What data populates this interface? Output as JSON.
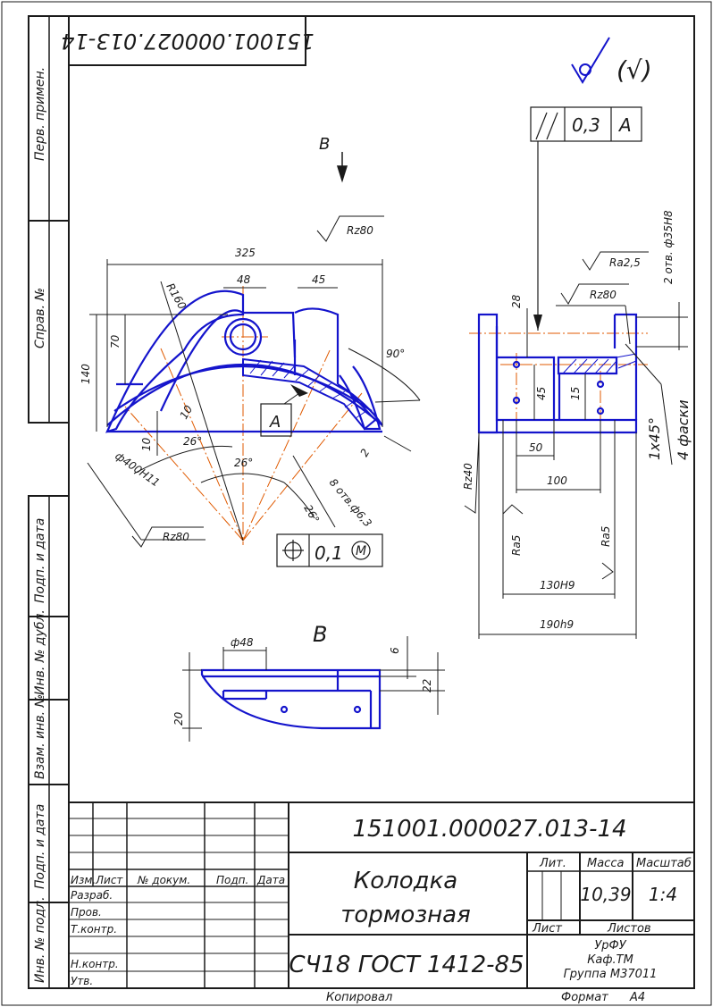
{
  "drawing": {
    "number": "151001.000027.013-14",
    "number_rotated": "151001.000027.013-14",
    "title_line1": "Колодка",
    "title_line2": "тормозная",
    "material": "СЧ18 ГОСТ 1412-85",
    "organization_line1": "УрФУ",
    "organization_line2": "Каф.ТМ",
    "organization_line3": "Группа М37011"
  },
  "title_block": {
    "headers": {
      "izm": "Изм.",
      "list": "Лист",
      "doc_no": "№ докум.",
      "sign": "Подп.",
      "date": "Дата",
      "lit": "Лит.",
      "mass": "Масса",
      "scale": "Масштаб",
      "sheet": "Лист",
      "sheets": "Листов"
    },
    "rows": {
      "developed": "Разраб.",
      "checked": "Пров.",
      "tech_control": "Т.контр.",
      "norm_control": "Н.контр.",
      "approved": "Утв."
    },
    "mass_value": "10,39",
    "scale_value": "1:4",
    "copied": "Копировал",
    "format": "Формат",
    "format_value": "A4"
  },
  "side_strip": {
    "first_use": "Перв. примен.",
    "ref_no": "Справ. №",
    "sign_date_1": "Подп. и дата",
    "inv_dup": "Инв. № дубл.",
    "instead_inv": "Взам. инв. №",
    "sign_date_2": "Подп. и дата",
    "inv_orig": "Инв. № подл."
  },
  "annotations": {
    "view_b": "В",
    "datum_a": "А",
    "general_roughness": "(√)",
    "parallelism_tol": "0,3",
    "parallelism_datum": "А",
    "position_tol": "0,1",
    "position_modifier": "М",
    "rz80_top": "Rz80",
    "rz80_bottom": "Rz80",
    "rz80_right": "Rz80",
    "ra25": "Ra2,5",
    "rz40": "Rz40",
    "ra5_a": "Ra5",
    "ra5_b": "Ra5",
    "holes_8": "8 отв.ф6,3",
    "holes_2": "2 отв. ф35Н8",
    "chamfer": "1x45°",
    "chamfer_count": "4 фаски"
  },
  "dimensions": {
    "d325": "325",
    "d48": "48",
    "d45": "45",
    "d70": "70",
    "d140": "140",
    "d10a": "10",
    "d10b": "10",
    "d26a": "26°",
    "d26b": "26°",
    "d26c": "26°",
    "d90": "90°",
    "d2": "2",
    "r160": "R160",
    "d400": "ф400Н11",
    "d28": "28",
    "d45s": "45",
    "d15": "15",
    "d50": "50",
    "d100": "100",
    "d130": "130Н9",
    "d190": "190h9",
    "d48b": "ф48",
    "d6": "6",
    "d22": "22",
    "d20": "20"
  },
  "colors": {
    "line": "#1a1a1a",
    "part_outline": "#1414cc",
    "center_line": "#e05a00",
    "section_hatch": "#1414cc"
  }
}
